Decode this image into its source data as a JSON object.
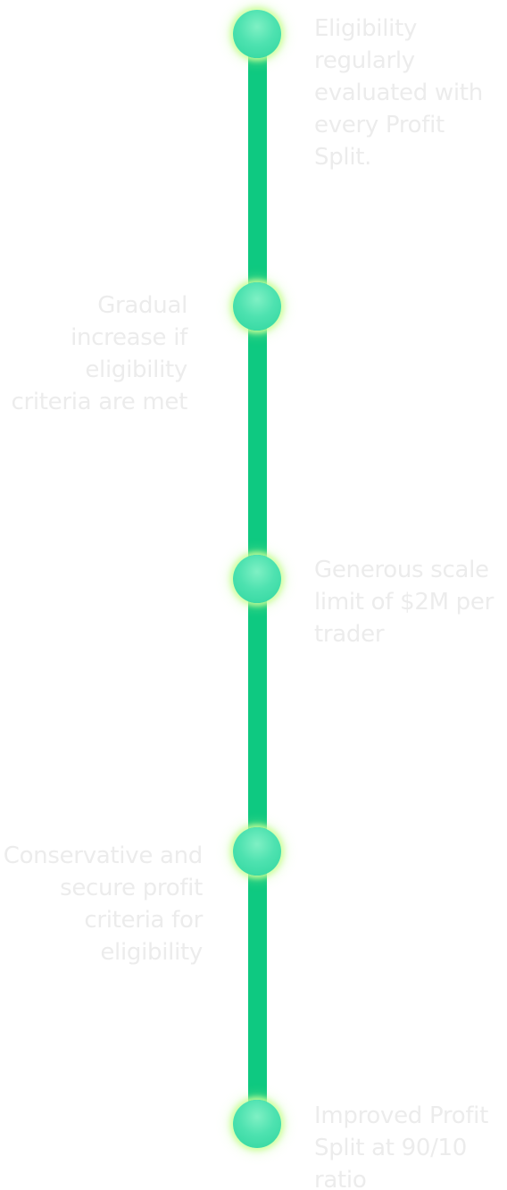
{
  "timeline": {
    "steps": [
      {
        "text": "Eligibility regularly evaluated with every Profit Split.",
        "side": "right"
      },
      {
        "text": "Gradual increase if eligibility criteria are met",
        "side": "left"
      },
      {
        "text": "Generous scale limit of $2M per trader",
        "side": "right"
      },
      {
        "text": "Conservative and secure profit criteria for eligibility",
        "side": "left"
      },
      {
        "text": "Improved Profit Split at 90/10 ratio",
        "side": "right"
      }
    ]
  },
  "colors": {
    "track": "#0ec981",
    "node": "#4ee2b0",
    "node_glow": "#cdff96",
    "label_text": "#ececec"
  }
}
